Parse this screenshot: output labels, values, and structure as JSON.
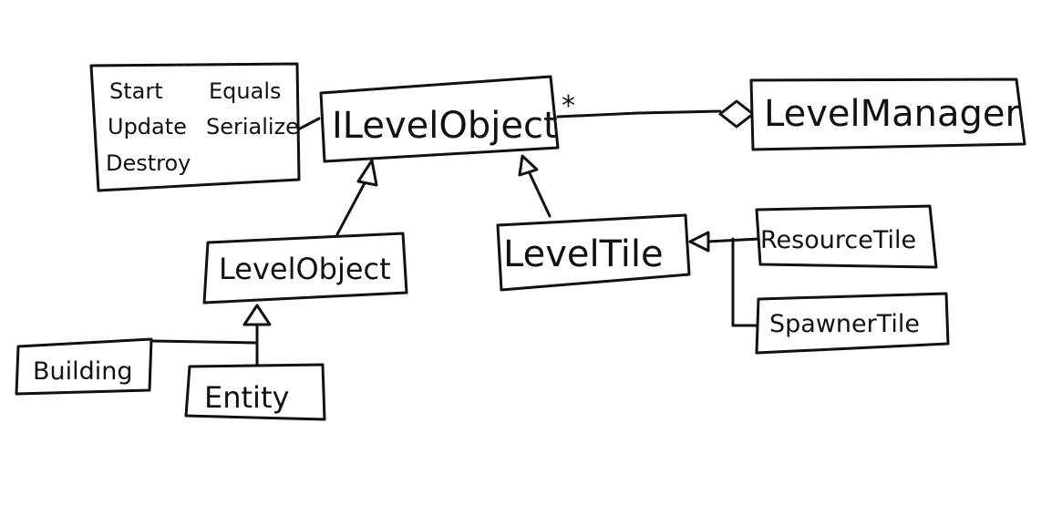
{
  "nodes": {
    "methods": {
      "items": [
        "Start",
        "Equals",
        "Update",
        "Serialize",
        "Destroy"
      ]
    },
    "ilevelobject": {
      "label": "ILevelObject"
    },
    "levelmanager": {
      "label": "LevelManager"
    },
    "levelobject": {
      "label": "LevelObject"
    },
    "leveltile": {
      "label": "LevelTile"
    },
    "resourcetile": {
      "label": "ResourceTile"
    },
    "spawnertile": {
      "label": "SpawnerTile"
    },
    "building": {
      "label": "Building"
    },
    "entity": {
      "label": "Entity"
    }
  },
  "edges": {
    "aggregation": {
      "multiplicity": "*"
    }
  }
}
